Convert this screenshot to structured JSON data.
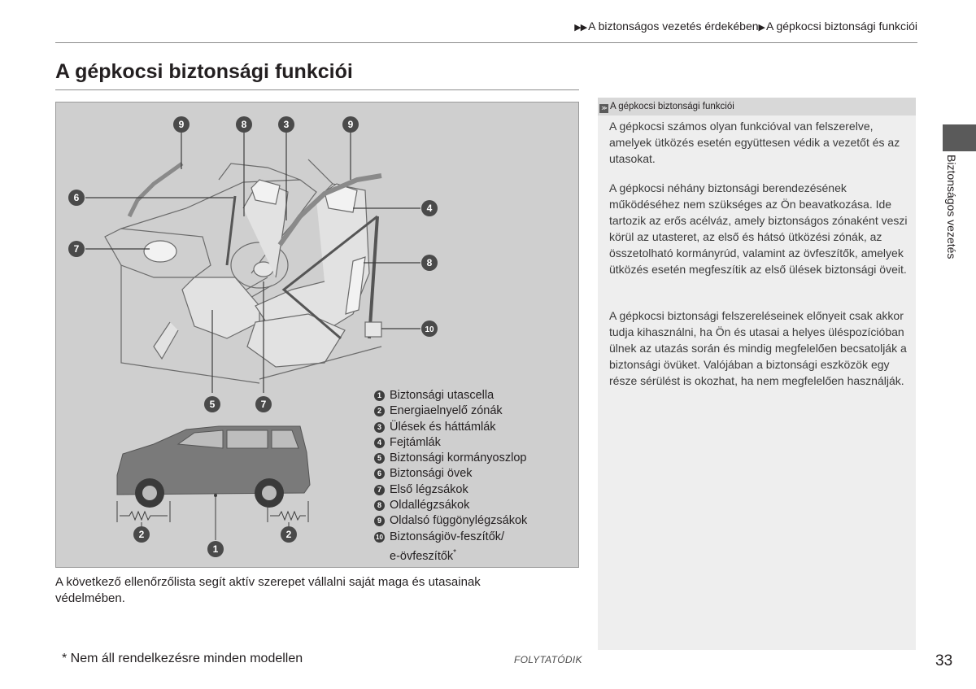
{
  "breadcrumb": {
    "marker": "▶▶",
    "items": [
      "A biztonságos vezetés érdekében",
      "A gépkocsi biztonsági funkciói"
    ],
    "separator": "▶"
  },
  "page_title": "A gépkocsi biztonsági funkciói",
  "figure": {
    "callouts": [
      "9",
      "8",
      "3",
      "9",
      "6",
      "4",
      "7",
      "8",
      "10",
      "5",
      "7",
      "2",
      "2",
      "1"
    ],
    "legend": [
      {
        "num": "1",
        "label": "Biztonsági utascella"
      },
      {
        "num": "2",
        "label": "Energiaelnyelő zónák"
      },
      {
        "num": "3",
        "label": "Ülések és háttámlák"
      },
      {
        "num": "4",
        "label": "Fejtámlák"
      },
      {
        "num": "5",
        "label": "Biztonsági kormányoszlop"
      },
      {
        "num": "6",
        "label": "Biztonsági övek"
      },
      {
        "num": "7",
        "label": "Első légzsákok"
      },
      {
        "num": "8",
        "label": "Oldallégzsákok"
      },
      {
        "num": "9",
        "label": "Oldalsó függönylégzsákok"
      },
      {
        "num": "10",
        "label": "Biztonságiöv-feszítők/",
        "cont": "e-övfeszítők",
        "mark": "*"
      }
    ]
  },
  "below_text": "A következő ellenőrzőlista segít aktív szerepet vállalni saját maga és utasainak védelmében.",
  "side": {
    "header_icon": "≫",
    "header": "A gépkocsi biztonsági funkciói",
    "paragraphs": [
      "A gépkocsi számos olyan funkcióval van felszerelve, amelyek ütközés esetén együttesen védik a vezetőt és az utasokat.",
      "A gépkocsi néhány biztonsági berendezésének működéséhez nem szükséges az Ön beavatkozása. Ide tartozik az erős acélváz, amely biztonságos zónaként veszi körül az utasteret, az első és hátsó ütközési zónák, az összetolható kormányrúd, valamint az övfeszítők, amelyek ütközés esetén megfeszítik az első ülések biztonsági öveit.",
      "A gépkocsi biztonsági felszereléseinek előnyeit csak akkor tudja kihasználni, ha Ön és utasai a helyes üléspozícióban ülnek az utazás során és mindig megfelelően becsatolják a biztonsági övüket. Valójában a biztonsági eszközök egy része sérülést is okozhat, ha nem megfelelően használják."
    ]
  },
  "section_tab": "Biztonságos vezetés",
  "footnote": "* Nem áll rendelkezésre minden modellen",
  "continued": "FOLYTATÓDIK",
  "page_number": "33",
  "colors": {
    "figure_bg": "#cfcfcf",
    "side_bg": "#eeeeee",
    "tab": "#5a5a5a",
    "callout": "#4a4a4a"
  }
}
